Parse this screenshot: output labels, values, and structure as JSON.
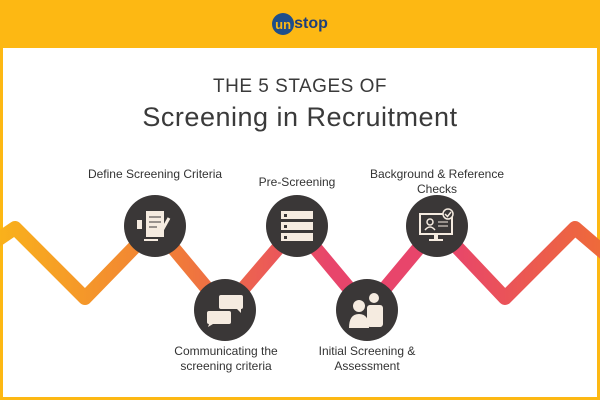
{
  "brand": {
    "logo_text": "unstop",
    "logo_badge": "un",
    "logo_rest": "stop",
    "header_color": "#FDB813"
  },
  "heading": {
    "subtitle": "THE 5 STAGES OF",
    "title": "Screening in Recruitment"
  },
  "stages": [
    {
      "label": "Define Screening Criteria",
      "icon": "document-edit-icon"
    },
    {
      "label": "Communicating the screening criteria",
      "icon": "chat-bubbles-icon"
    },
    {
      "label": "Pre-Screening",
      "icon": "list-icon"
    },
    {
      "label": "Initial Screening & Assessment",
      "icon": "interview-icon"
    },
    {
      "label": "Background & Reference Checks",
      "icon": "profile-check-icon"
    }
  ],
  "colors": {
    "node": "#3a3737",
    "wave_start": "#F9B11B",
    "wave_mid": "#E8456B",
    "wave_end": "#EE6A3A"
  }
}
